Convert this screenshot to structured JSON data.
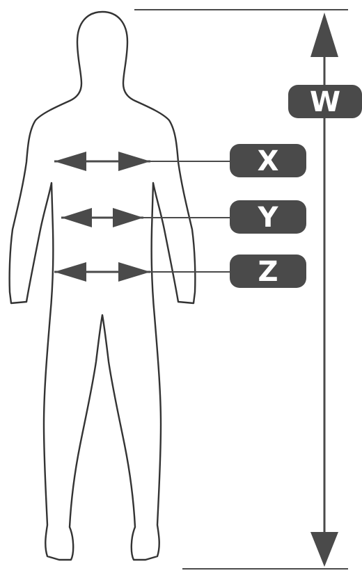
{
  "labels": {
    "height": "W",
    "chest": "X",
    "waist": "Y",
    "hips": "Z"
  },
  "colors": {
    "figure_outline": "#333333",
    "measure": "#4a4a4a",
    "label_fill": "#4a4a4a",
    "label_text": "#ffffff",
    "background": "#ffffff"
  }
}
